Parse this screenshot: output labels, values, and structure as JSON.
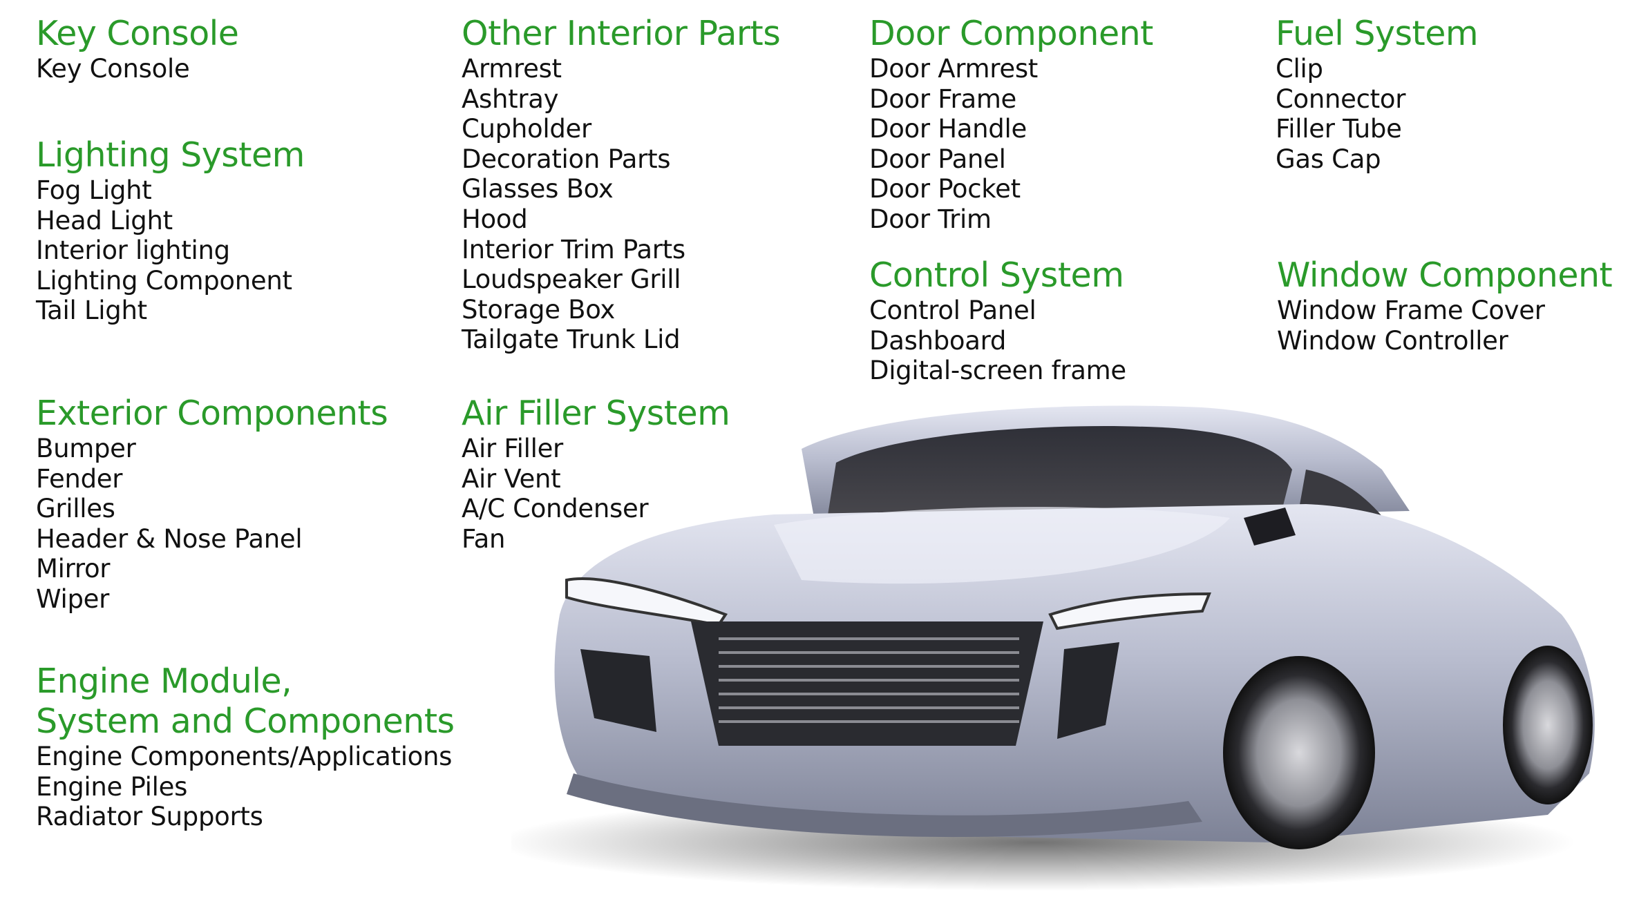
{
  "colors": {
    "heading": "#2a9a2a",
    "item": "#111111",
    "car_body": "#b7bccd",
    "background": "#ffffff"
  },
  "car_image": {
    "icon": "car-illustration"
  },
  "groups": [
    {
      "title": "Key Console",
      "items": [
        "Key Console"
      ]
    },
    {
      "title": "Lighting System",
      "items": [
        "Fog Light",
        "Head Light",
        "Interior lighting",
        "Lighting Component",
        "Tail Light"
      ]
    },
    {
      "title": "Exterior Components",
      "items": [
        "Bumper",
        "Fender",
        "Grilles",
        "Header & Nose Panel",
        "Mirror",
        "Wiper"
      ]
    },
    {
      "title": "Engine Module,",
      "title2": "System and Components",
      "items": [
        "Engine Components/Applications",
        "Engine Piles",
        "Radiator Supports"
      ]
    },
    {
      "title": "Other Interior Parts",
      "items": [
        "Armrest",
        "Ashtray",
        "Cupholder",
        "Decoration Parts",
        "Glasses Box",
        "Hood",
        "Interior Trim Parts",
        "Loudspeaker Grill",
        "Storage Box",
        "Tailgate Trunk Lid"
      ]
    },
    {
      "title": "Air Filler System",
      "items": [
        "Air Filler",
        "Air Vent",
        "A/C Condenser",
        "Fan"
      ]
    },
    {
      "title": "Door Component",
      "items": [
        "Door Armrest",
        "Door Frame",
        "Door Handle",
        "Door Panel",
        "Door Pocket",
        "Door Trim"
      ]
    },
    {
      "title": "Control System",
      "items": [
        "Control Panel",
        "Dashboard",
        "Digital-screen frame"
      ]
    },
    {
      "title": "Fuel System",
      "items": [
        "Clip",
        "Connector",
        "Filler Tube",
        "Gas Cap"
      ]
    },
    {
      "title": "Window Component",
      "items": [
        "Window Frame Cover",
        "Window Controller"
      ]
    }
  ]
}
